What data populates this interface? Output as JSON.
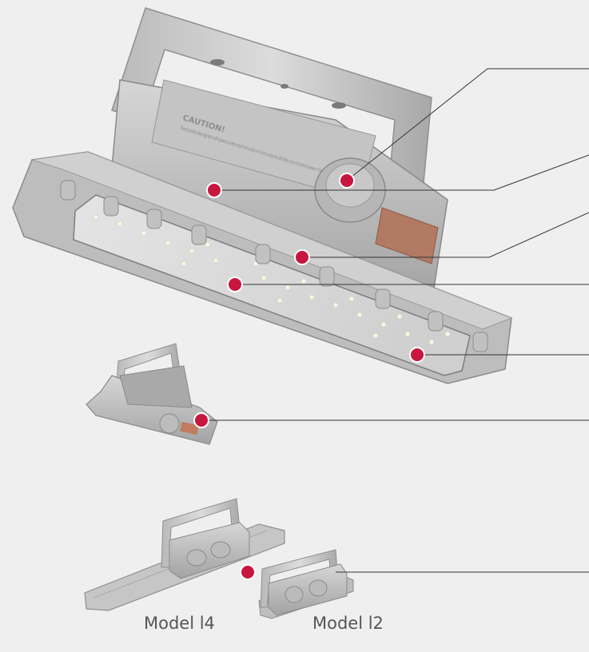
{
  "captions": {
    "model_l4": "Model l4",
    "model_l2": "Model l2"
  },
  "colors": {
    "background": "#efefef",
    "housing_light": "#c9c9c9",
    "housing_mid": "#aeaeae",
    "housing_dark": "#8a8a8a",
    "led_panel": "#dcdcdc",
    "led_glow": "#f7f6df",
    "callout_marker": "#c8173f",
    "callout_line": "#333333",
    "nameplate": "#b27a63"
  },
  "engraving": {
    "heading": "CAUTION!",
    "text": "To reduce the risk of ignition of hazardous atmospheres, disconnect supply circuit before opening. Keep assembly tightly closed when in operation."
  },
  "callouts": [
    {
      "id": "c1"
    },
    {
      "id": "c2"
    },
    {
      "id": "c3"
    },
    {
      "id": "c4"
    },
    {
      "id": "c5"
    },
    {
      "id": "c6"
    },
    {
      "id": "c7"
    }
  ]
}
